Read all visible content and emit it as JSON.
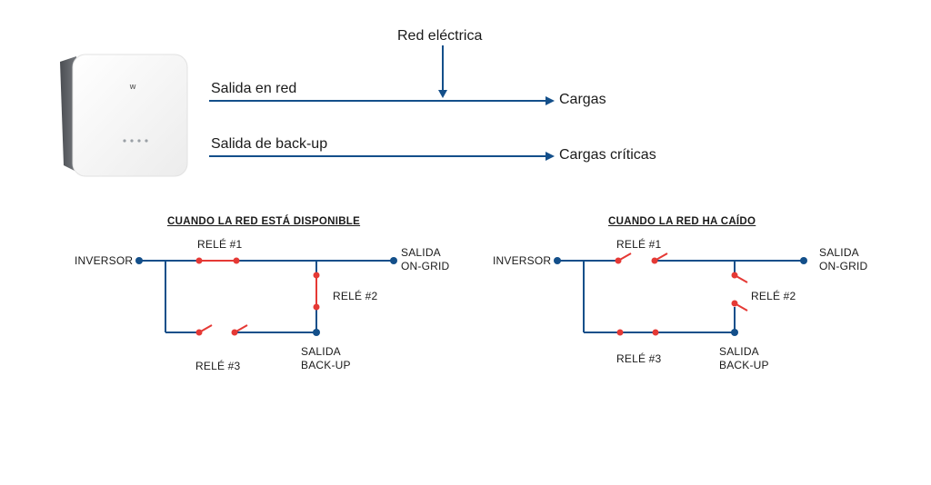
{
  "colors": {
    "wire": "#134f8a",
    "relay_contact": "#e53935",
    "terminal": "#134f8a",
    "inverter_body": "#f7f7f7",
    "inverter_side": "#5b5e63"
  },
  "icons": {
    "inverter": "inverter-device-icon",
    "arrow": "arrow-right-icon"
  },
  "top": {
    "grid_label": "Red eléctrica",
    "output_grid_label": "Salida en red",
    "loads_label": "Cargas",
    "output_backup_label": "Salida de back-up",
    "critical_loads_label": "Cargas críticas"
  },
  "left": {
    "title": "CUANDO LA RED ESTÁ DISPONIBLE",
    "inverter": "INVERSOR",
    "relay1": "RELÉ #1",
    "relay2": "RELÉ #2",
    "relay3": "RELÉ #3",
    "ongrid_line1": "SALIDA",
    "ongrid_line2": "ON-GRID",
    "backup_line1": "SALIDA",
    "backup_line2": "BACK-UP"
  },
  "right": {
    "title": "CUANDO LA RED HA CAÍDO",
    "inverter": "INVERSOR",
    "relay1": "RELÉ #1",
    "relay2": "RELÉ #2",
    "relay3": "RELÉ #3",
    "ongrid_line1": "SALIDA",
    "ongrid_line2": "ON-GRID",
    "backup_line1": "SALIDA",
    "backup_line2": "BACK-UP"
  }
}
